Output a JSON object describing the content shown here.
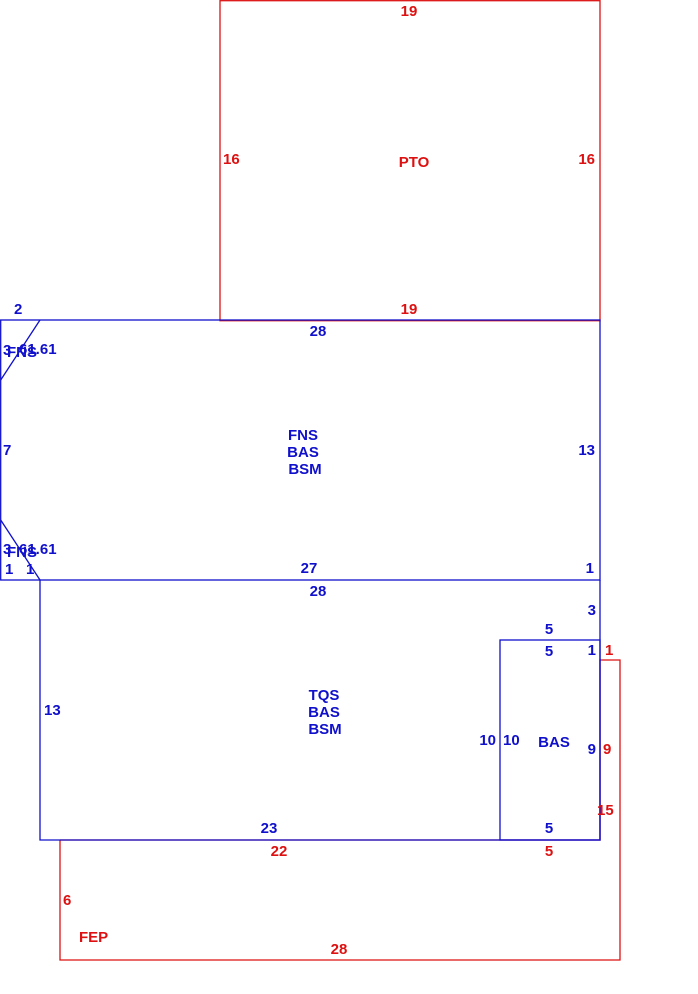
{
  "colors": {
    "blue": "#1010cc",
    "red": "#dd1111"
  },
  "pto": {
    "name": "PTO",
    "top": "19",
    "left": "16",
    "right": "16",
    "bottom": "19"
  },
  "fns_room": {
    "name_lines": [
      "FNS",
      "BAS",
      "BSM"
    ],
    "top": "28",
    "left": "7",
    "right": "13",
    "bottom": "27",
    "corner_top": "2",
    "bottom_left_a": "1",
    "bottom_left_b": "1",
    "bottom_right": "1",
    "small_top_label": "3",
    "small_top_code": "FNS",
    "small_top_extra": "61.61",
    "small_bottom_label": "3",
    "small_bottom_code": "FNS",
    "small_bottom_extra": "61.61"
  },
  "tqs_room": {
    "name_lines": [
      "TQS",
      "BAS",
      "BSM"
    ],
    "top": "28",
    "left": "13",
    "bottom": "23",
    "right_upper": "3"
  },
  "bas_room": {
    "name": "BAS",
    "top_outer": "5",
    "top_inner": "5",
    "left_outer": "10",
    "left_inner": "10",
    "right": "9",
    "bottom": "5",
    "corner": "1"
  },
  "fep": {
    "name": "FEP",
    "top_left": "22",
    "top_right": "5",
    "left": "6",
    "bottom": "28",
    "right_upper": "9",
    "right_lower": "15",
    "corner": "1"
  }
}
